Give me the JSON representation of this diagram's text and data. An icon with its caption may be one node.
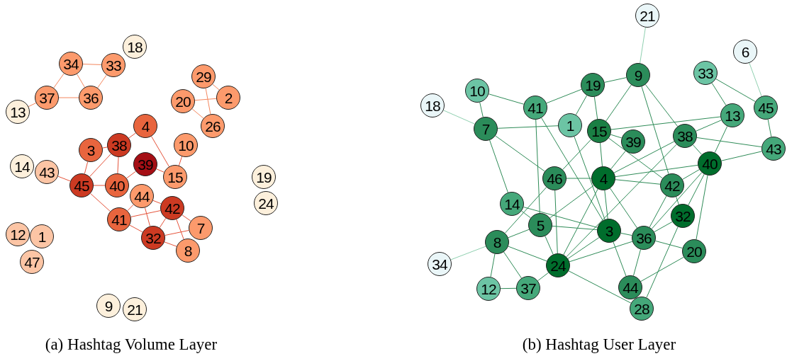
{
  "diagram": {
    "nodes": [
      {
        "text": [
          "18"
        ]
      },
      {
        "text": [
          "34"
        ]
      },
      {
        "text": [
          "33"
        ]
      },
      {
        "text": [
          "37"
        ]
      },
      {
        "text": [
          "36"
        ]
      },
      {
        "text": [
          "13"
        ]
      },
      {
        "text": [
          "29"
        ]
      },
      {
        "text": [
          "20"
        ]
      },
      {
        "text": [
          "2"
        ]
      },
      {
        "text": [
          "26"
        ]
      },
      {
        "text": [
          "4"
        ]
      },
      {
        "text": [
          "3"
        ]
      },
      {
        "text": [
          "38"
        ]
      },
      {
        "text": [
          "39"
        ]
      },
      {
        "text": [
          "15"
        ]
      },
      {
        "text": [
          "10"
        ]
      },
      {
        "text": [
          "14"
        ]
      },
      {
        "text": [
          "43"
        ]
      },
      {
        "text": [
          "40"
        ]
      },
      {
        "text": [
          "45"
        ]
      },
      {
        "text": [
          "19"
        ]
      },
      {
        "text": [
          "24"
        ]
      },
      {
        "text": [
          "44"
        ]
      },
      {
        "text": [
          "42"
        ]
      },
      {
        "text": [
          "41"
        ]
      },
      {
        "text": [
          "7"
        ]
      },
      {
        "text": [
          "32"
        ]
      },
      {
        "text": [
          "8"
        ]
      },
      {
        "text": [
          "12"
        ]
      },
      {
        "text": [
          "1"
        ]
      },
      {
        "text": [
          "47"
        ]
      },
      {
        "text": [
          "9"
        ]
      },
      {
        "text": [
          "21"
        ]
      },
      {
        "text": [
          "21"
        ]
      },
      {
        "text": [
          "6"
        ]
      },
      {
        "text": [
          "33"
        ]
      },
      {
        "text": [
          "10"
        ]
      },
      {
        "text": [
          "19"
        ]
      },
      {
        "text": [
          "9"
        ]
      },
      {
        "text": [
          "18"
        ]
      },
      {
        "text": [
          "41"
        ]
      },
      {
        "text": [
          "1"
        ]
      },
      {
        "text": [
          "7"
        ]
      },
      {
        "text": [
          "15"
        ]
      },
      {
        "text": [
          "39"
        ]
      },
      {
        "text": [
          "38"
        ]
      },
      {
        "text": [
          "13"
        ]
      },
      {
        "text": [
          "45"
        ]
      },
      {
        "text": [
          "43"
        ]
      },
      {
        "text": [
          "40"
        ]
      },
      {
        "text": [
          "46"
        ]
      },
      {
        "text": [
          "4"
        ]
      },
      {
        "text": [
          "42"
        ]
      },
      {
        "text": [
          "14"
        ]
      },
      {
        "text": [
          "5"
        ]
      },
      {
        "text": [
          "3"
        ]
      },
      {
        "text": [
          "36"
        ]
      },
      {
        "text": [
          "32"
        ]
      },
      {
        "text": [
          "8"
        ]
      },
      {
        "text": [
          "20"
        ]
      },
      {
        "text": [
          "34"
        ]
      },
      {
        "text": [
          "24"
        ]
      },
      {
        "text": [
          "37"
        ]
      },
      {
        "text": [
          "12"
        ]
      },
      {
        "text": [
          "44"
        ]
      },
      {
        "text": [
          "28"
        ]
      }
    ],
    "edges": [
      {
        "from": 1,
        "to": 2,
        "arrow": "none",
        "color": "#f4875e"
      },
      {
        "from": 1,
        "to": 4,
        "arrow": "none",
        "color": "#f4875e"
      },
      {
        "from": 1,
        "to": 3,
        "arrow": "none",
        "color": "#f4875e"
      },
      {
        "from": 3,
        "to": 4,
        "arrow": "none",
        "color": "#f4875e"
      },
      {
        "from": 4,
        "to": 2,
        "arrow": "none",
        "color": "#f4875e"
      },
      {
        "from": 3,
        "to": 5,
        "arrow": "none",
        "color": "#f4875e"
      },
      {
        "from": 6,
        "to": 8,
        "arrow": "none",
        "color": "#f4875e"
      },
      {
        "from": 6,
        "to": 9,
        "arrow": "none",
        "color": "#f4875e"
      },
      {
        "from": 7,
        "to": 8,
        "arrow": "none",
        "color": "#f4875e"
      },
      {
        "from": 7,
        "to": 9,
        "arrow": "none",
        "color": "#f4875e"
      },
      {
        "from": 11,
        "to": 19,
        "arrow": "none",
        "color": "#e5533a"
      },
      {
        "from": 11,
        "to": 12,
        "arrow": "none",
        "color": "#e5533a"
      },
      {
        "from": 12,
        "to": 19,
        "arrow": "none",
        "color": "#e5533a"
      },
      {
        "from": 13,
        "to": 18,
        "arrow": "none",
        "color": "#e5533a"
      },
      {
        "from": 18,
        "to": 19,
        "arrow": "none",
        "color": "#e5533a"
      },
      {
        "from": 12,
        "to": 10,
        "arrow": "none",
        "color": "#e5533a"
      },
      {
        "from": 10,
        "to": 14,
        "arrow": "none",
        "color": "#e5533a"
      },
      {
        "from": 13,
        "to": 14,
        "arrow": "none",
        "color": "#e5533a"
      },
      {
        "from": 15,
        "to": 14,
        "arrow": "none",
        "color": "#e5533a"
      },
      {
        "from": 18,
        "to": 12,
        "arrow": "none",
        "color": "#e5533a"
      },
      {
        "from": 17,
        "to": 19,
        "arrow": "none",
        "color": "#e5533a"
      },
      {
        "from": 19,
        "to": 24,
        "arrow": "none",
        "color": "#e5533a"
      },
      {
        "from": 24,
        "to": 22,
        "arrow": "none",
        "color": "#e5533a"
      },
      {
        "from": 24,
        "to": 23,
        "arrow": "none",
        "color": "#e5533a"
      },
      {
        "from": 24,
        "to": 26,
        "arrow": "none",
        "color": "#e5533a"
      },
      {
        "from": 22,
        "to": 23,
        "arrow": "none",
        "color": "#e5533a"
      },
      {
        "from": 22,
        "to": 26,
        "arrow": "none",
        "color": "#e5533a"
      },
      {
        "from": 23,
        "to": 26,
        "arrow": "none",
        "color": "#e5533a"
      },
      {
        "from": 23,
        "to": 25,
        "arrow": "none",
        "color": "#e5533a"
      },
      {
        "from": 23,
        "to": 27,
        "arrow": "none",
        "color": "#e5533a"
      },
      {
        "from": 26,
        "to": 25,
        "arrow": "none",
        "color": "#e5533a"
      },
      {
        "from": 26,
        "to": 27,
        "arrow": "none",
        "color": "#e5533a"
      },
      {
        "from": 33,
        "to": 38,
        "arrow": "none",
        "color": "#8fd0b0"
      },
      {
        "from": 34,
        "to": 47,
        "arrow": "none",
        "color": "#8fd0b0"
      },
      {
        "from": 35,
        "to": 47,
        "arrow": "none"
      },
      {
        "from": 35,
        "to": 46,
        "arrow": "none"
      },
      {
        "from": 47,
        "to": 48,
        "arrow": "none"
      },
      {
        "from": 36,
        "to": 42,
        "arrow": "none"
      },
      {
        "from": 36,
        "to": 40,
        "arrow": "none"
      },
      {
        "from": 39,
        "to": 42,
        "arrow": "none",
        "color": "#8fd0b0"
      },
      {
        "from": 40,
        "to": 37,
        "arrow": "none"
      },
      {
        "from": 40,
        "to": 55,
        "arrow": "none"
      },
      {
        "from": 40,
        "to": 54,
        "arrow": "none"
      },
      {
        "from": 37,
        "to": 38,
        "arrow": "none"
      },
      {
        "from": 37,
        "to": 41,
        "arrow": "none"
      },
      {
        "from": 37,
        "to": 43,
        "arrow": "none"
      },
      {
        "from": 43,
        "to": 38,
        "arrow": "none"
      },
      {
        "from": 42,
        "to": 41,
        "arrow": "none"
      },
      {
        "from": 42,
        "to": 50,
        "arrow": "none"
      },
      {
        "from": 42,
        "to": 53,
        "arrow": "none"
      },
      {
        "from": 41,
        "to": 55,
        "arrow": "none"
      },
      {
        "from": 43,
        "to": 51,
        "arrow": "none"
      },
      {
        "from": 43,
        "to": 50,
        "arrow": "none"
      },
      {
        "from": 43,
        "to": 44,
        "arrow": "none"
      },
      {
        "from": 43,
        "to": 46,
        "arrow": "none"
      },
      {
        "from": 43,
        "to": 52,
        "arrow": "none"
      },
      {
        "from": 44,
        "to": 51,
        "arrow": "none"
      },
      {
        "from": 38,
        "to": 45,
        "arrow": "none"
      },
      {
        "from": 38,
        "to": 52,
        "arrow": "none"
      },
      {
        "from": 45,
        "to": 46,
        "arrow": "none"
      },
      {
        "from": 45,
        "to": 48,
        "arrow": "none"
      },
      {
        "from": 45,
        "to": 49,
        "arrow": "none"
      },
      {
        "from": 45,
        "to": 51,
        "arrow": "none"
      },
      {
        "from": 45,
        "to": 61,
        "arrow": "none"
      },
      {
        "from": 46,
        "to": 49,
        "arrow": "none"
      },
      {
        "from": 49,
        "to": 48,
        "arrow": "none"
      },
      {
        "from": 49,
        "to": 51,
        "arrow": "none"
      },
      {
        "from": 49,
        "to": 52,
        "arrow": "none"
      },
      {
        "from": 49,
        "to": 57,
        "arrow": "none"
      },
      {
        "from": 49,
        "to": 59,
        "arrow": "none"
      },
      {
        "from": 49,
        "to": 56,
        "arrow": "none"
      },
      {
        "from": 51,
        "to": 52,
        "arrow": "none"
      },
      {
        "from": 51,
        "to": 50,
        "arrow": "none"
      },
      {
        "from": 51,
        "to": 55,
        "arrow": "none"
      },
      {
        "from": 51,
        "to": 54,
        "arrow": "none"
      },
      {
        "from": 51,
        "to": 61,
        "arrow": "none"
      },
      {
        "from": 51,
        "to": 56,
        "arrow": "none"
      },
      {
        "from": 50,
        "to": 58,
        "arrow": "none"
      },
      {
        "from": 50,
        "to": 61,
        "arrow": "none"
      },
      {
        "from": 53,
        "to": 54,
        "arrow": "none"
      },
      {
        "from": 53,
        "to": 55,
        "arrow": "none"
      },
      {
        "from": 54,
        "to": 58,
        "arrow": "none"
      },
      {
        "from": 54,
        "to": 61,
        "arrow": "none"
      },
      {
        "from": 54,
        "to": 55,
        "arrow": "none"
      },
      {
        "from": 58,
        "to": 63,
        "arrow": "none"
      },
      {
        "from": 58,
        "to": 62,
        "arrow": "none"
      },
      {
        "from": 58,
        "to": 60,
        "arrow": "none",
        "color": "#8fd0b0"
      },
      {
        "from": 58,
        "to": 61,
        "arrow": "none"
      },
      {
        "from": 61,
        "to": 62,
        "arrow": "none"
      },
      {
        "from": 63,
        "to": 62,
        "arrow": "none"
      },
      {
        "from": 61,
        "to": 55,
        "arrow": "none"
      },
      {
        "from": 61,
        "to": 56,
        "arrow": "none"
      },
      {
        "from": 61,
        "to": 65,
        "arrow": "none"
      },
      {
        "from": 55,
        "to": 56,
        "arrow": "none"
      },
      {
        "from": 55,
        "to": 64,
        "arrow": "none"
      },
      {
        "from": 56,
        "to": 64,
        "arrow": "none"
      },
      {
        "from": 56,
        "to": 57,
        "arrow": "none"
      },
      {
        "from": 52,
        "to": 57,
        "arrow": "none"
      },
      {
        "from": 52,
        "to": 56,
        "arrow": "none"
      },
      {
        "from": 57,
        "to": 65,
        "arrow": "none"
      },
      {
        "from": 59,
        "to": 64,
        "arrow": "none"
      },
      {
        "from": 56,
        "to": 59,
        "arrow": "none"
      }
    ],
    "labels": [
      "(a) Hashtag Volume Layer",
      "(b) Hashtag User Layer"
    ]
  }
}
